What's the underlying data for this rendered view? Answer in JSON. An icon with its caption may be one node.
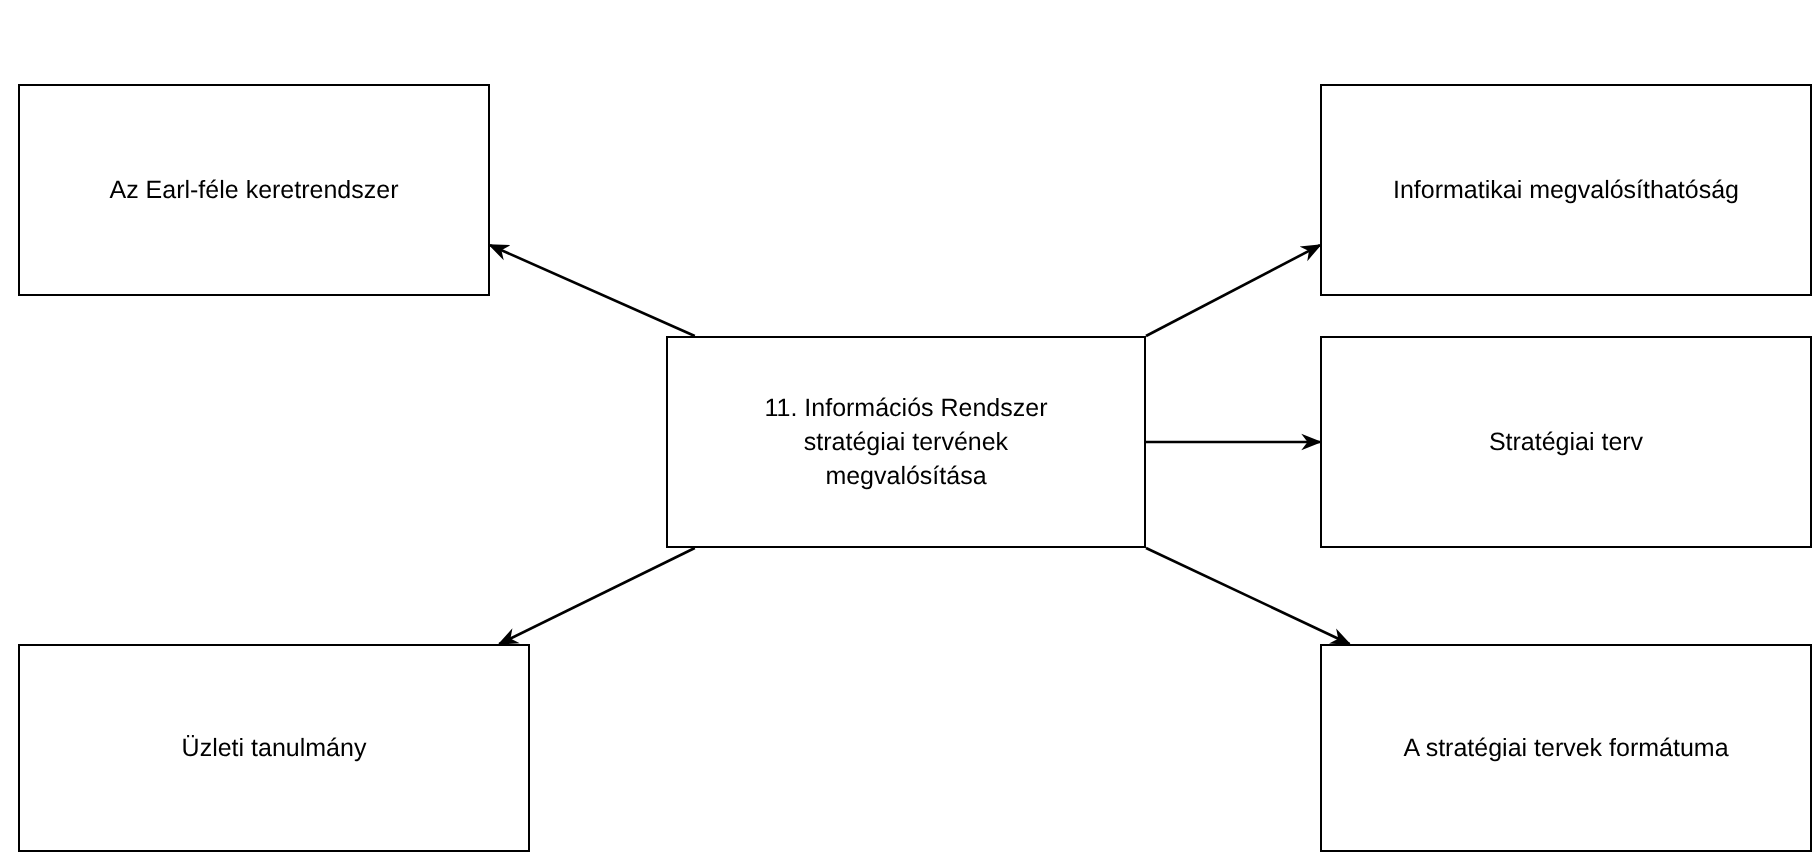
{
  "diagram": {
    "nodes": [
      {
        "text": [
          "Az Earl-féle keretrendszer"
        ]
      },
      {
        "text": [
          "Informatikai megvalósíthatóság"
        ]
      },
      {
        "text": [
          "11. Információs Rendszer stratégiai tervének megvalósítása"
        ]
      },
      {
        "text": [
          "Stratégiai terv"
        ]
      },
      {
        "text": [
          "Üzleti tanulmány"
        ]
      },
      {
        "text": [
          "A stratégiai tervek formátuma"
        ]
      }
    ],
    "edges": [
      {
        "from": 2,
        "to": 0,
        "arrow": "to"
      },
      {
        "from": 2,
        "to": 1,
        "arrow": "to"
      },
      {
        "from": 2,
        "to": 3,
        "arrow": "to"
      },
      {
        "from": 2,
        "to": 4,
        "arrow": "to"
      },
      {
        "from": 2,
        "to": 5,
        "arrow": "to"
      }
    ]
  }
}
